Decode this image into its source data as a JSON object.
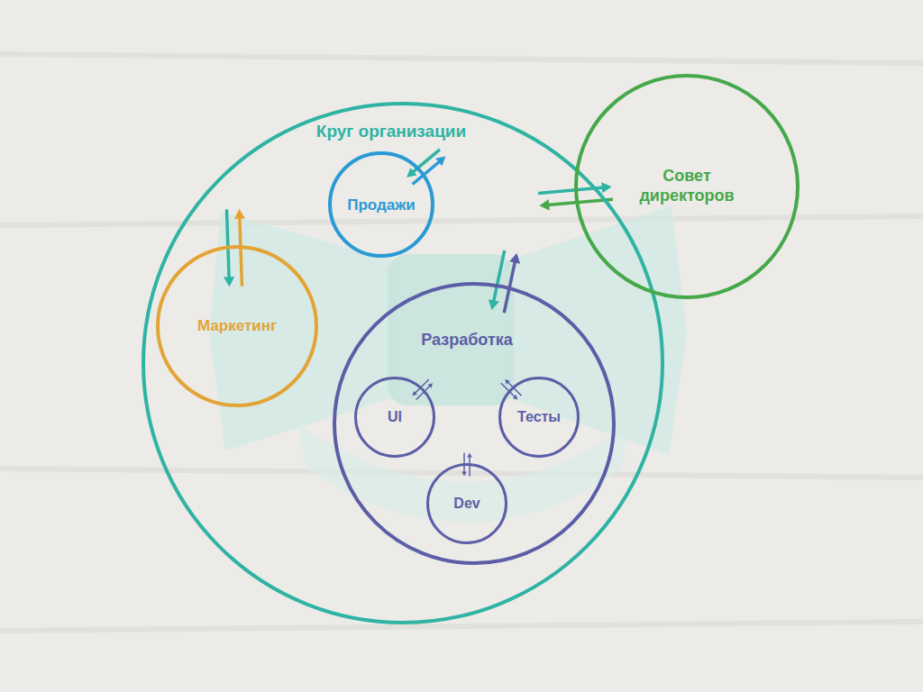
{
  "diagram": {
    "nodes": [
      {
        "text": [
          "Круг организации"
        ]
      },
      {
        "text": [
          "Продажи"
        ],
        "in": 0
      },
      {
        "text": [
          "Маркетинг"
        ],
        "in": 0
      },
      {
        "text": [
          "Разработка"
        ],
        "in": 0
      },
      {
        "text": [
          "UI"
        ],
        "in": 3
      },
      {
        "text": [
          "Тесты"
        ],
        "in": 3
      },
      {
        "text": [
          "Dev"
        ],
        "in": 3
      },
      {
        "text": [
          "Совет директоров"
        ]
      }
    ],
    "edges": [
      {
        "from": 1,
        "to": 0,
        "arrow": "both"
      },
      {
        "from": 2,
        "to": 0,
        "arrow": "both"
      },
      {
        "from": 3,
        "to": 0,
        "arrow": "both"
      },
      {
        "from": 0,
        "to": 7,
        "arrow": "both"
      },
      {
        "from": 4,
        "to": 3,
        "arrow": "both"
      },
      {
        "from": 5,
        "to": 3,
        "arrow": "both"
      },
      {
        "from": 6,
        "to": 3,
        "arrow": "both"
      }
    ]
  }
}
